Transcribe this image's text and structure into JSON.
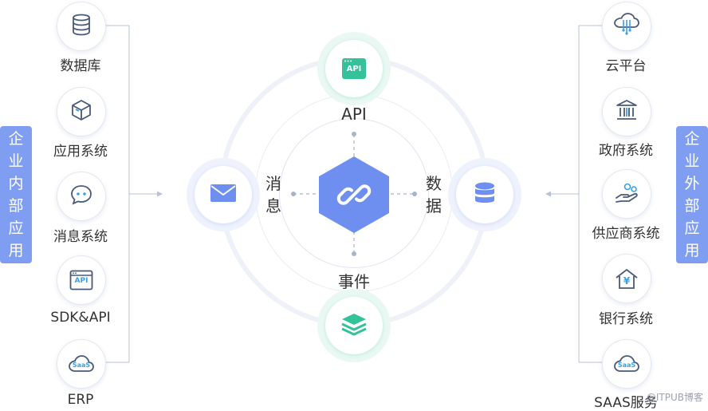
{
  "left_group": {
    "label_chars": [
      "企",
      "业",
      "内",
      "部",
      "应",
      "用"
    ],
    "items": [
      {
        "label": "数据库",
        "icon": "database-icon"
      },
      {
        "label": "应用系统",
        "icon": "cube-icon"
      },
      {
        "label": "消息系统",
        "icon": "chat-bubble-icon"
      },
      {
        "label": "SDK&API",
        "icon": "api-window-icon"
      },
      {
        "label": "ERP",
        "icon": "saas-cloud-icon"
      }
    ]
  },
  "right_group": {
    "label_chars": [
      "企",
      "业",
      "外",
      "部",
      "应",
      "用"
    ],
    "items": [
      {
        "label": "云平台",
        "icon": "cloud-circuit-icon"
      },
      {
        "label": "政府系统",
        "icon": "government-building-icon"
      },
      {
        "label": "供应商系统",
        "icon": "hand-coins-icon"
      },
      {
        "label": "银行系统",
        "icon": "bank-house-icon"
      },
      {
        "label": "SAAS服务",
        "icon": "saas-cloud-icon"
      }
    ]
  },
  "center": {
    "api_label": "API",
    "event_label": "事件",
    "message_label_chars": [
      "消",
      "息"
    ],
    "data_label_chars": [
      "数",
      "据"
    ],
    "hub_icon": "link-chain-icon"
  },
  "icon_texts": {
    "api_badge": "API",
    "saas_badge": "SaaS"
  },
  "watermark": "@ITPUB博客",
  "colors": {
    "accent_blue": "#7f9ef2",
    "hub_blue": "#6f8ff0",
    "accent_green": "#33c29a",
    "icon_dark": "#4a5a78",
    "connector": "#b8c2d4"
  }
}
